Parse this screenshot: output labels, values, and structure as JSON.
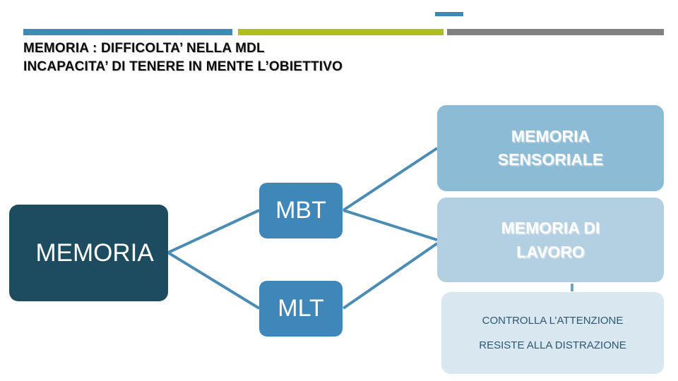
{
  "slide": {
    "title": {
      "line1": "MEMORIA : DIFFICOLTA’ NELLA MDL",
      "line2": "INCAPACITA’ DI TENERE IN MENTE L’OBIETTIVO"
    },
    "decor": {
      "bar_blue_color": "#3D8BB5",
      "bar_olive_color": "#AFBC22",
      "bar_gray_color": "#808080",
      "tick_color": "#3D8BB5"
    }
  },
  "diagram": {
    "type": "hierarchy",
    "nodes": [
      {
        "id": "memoria",
        "label": "MEMORIA",
        "line1": "MEMORI",
        "line2": "A",
        "color": "#1D4C60",
        "text_color": "#FFFFFF"
      },
      {
        "id": "mbt",
        "label": "MBT",
        "color": "#3E87B8",
        "text_color": "#FFFFFF"
      },
      {
        "id": "mlt",
        "label": "MLT",
        "color": "#3E87B8",
        "text_color": "#FFFFFF"
      },
      {
        "id": "memoria-sensoriale",
        "line1": "MEMORIA",
        "line2": "SENSORIALE",
        "color": "#8CBBD6",
        "text_color": "#FFFFFF"
      },
      {
        "id": "memoria-di-lavoro",
        "line1": "MEMORIA DI",
        "line2": "LAVORO",
        "color": "#B3CFE2",
        "text_color": "#FFFFFF"
      },
      {
        "id": "controlla",
        "line1": "CONTROLLA L’ATTENZIONE",
        "line2": "RESISTE ALLA DISTRAZIONE",
        "color": "#D9E7F0",
        "text_color": "#2E5871"
      }
    ],
    "edges": [
      {
        "from": "memoria",
        "to": "mbt"
      },
      {
        "from": "memoria",
        "to": "mlt"
      },
      {
        "from": "mbt",
        "to": "memoria-sensoriale"
      },
      {
        "from": "mbt",
        "to": "memoria-di-lavoro"
      },
      {
        "from": "mlt",
        "to": "memoria-di-lavoro"
      },
      {
        "from": "memoria-di-lavoro",
        "to": "controlla"
      }
    ],
    "edge_color": "#4A8CB3"
  }
}
